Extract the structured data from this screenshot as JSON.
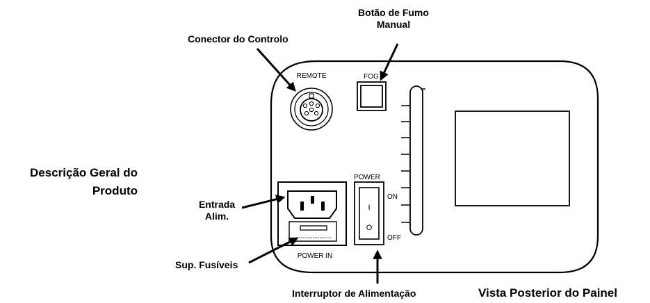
{
  "section_title": {
    "line1": "Descrição Geral do",
    "line2": "Produto"
  },
  "view_title": "Vista Posterior do Painel",
  "callouts": {
    "remote_connector": "Conector do Controlo",
    "fog_button_line1": "Botão de Fumo",
    "fog_button_line2": "Manual",
    "power_inlet_line1": "Entrada",
    "power_inlet_line2": "Alim.",
    "fuse_holder": "Sup. Fusíveis",
    "power_switch": "Interruptor de Alimentação"
  },
  "panel_labels": {
    "remote": "REMOTE",
    "fog": "FOG",
    "power": "POWER",
    "on": "ON",
    "off": "OFF",
    "power_in": "POWER IN",
    "switch_on_mark": "I",
    "switch_off_mark": "O"
  }
}
